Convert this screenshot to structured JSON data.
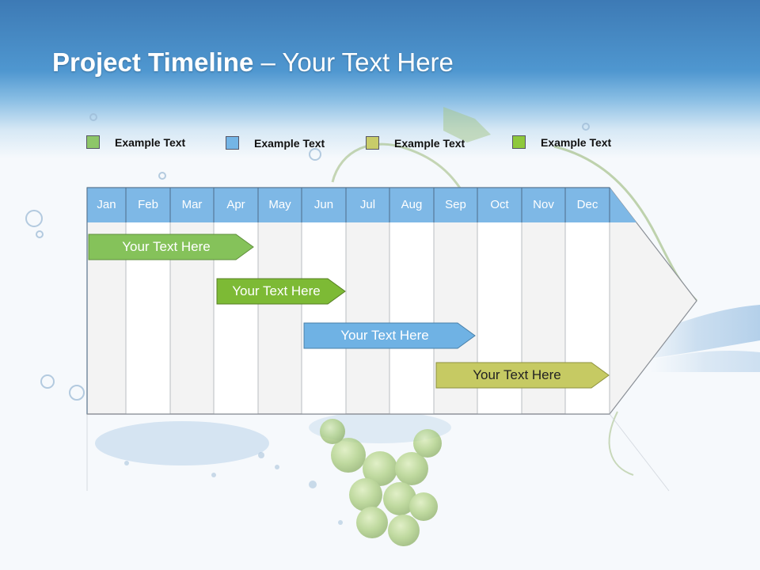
{
  "title": {
    "bold": "Project Timeline",
    "rest": " – Your Text Here"
  },
  "legend": [
    {
      "label": "Example Text",
      "color": "#8dc669"
    },
    {
      "label": "Example Text",
      "color": "#74b5e6"
    },
    {
      "label": "Example Text",
      "color": "#c8cc6a"
    },
    {
      "label": "Example Text",
      "color": "#8ec83c"
    }
  ],
  "months": [
    "Jan",
    "Feb",
    "Mar",
    "Apr",
    "May",
    "Jun",
    "Jul",
    "Aug",
    "Sep",
    "Oct",
    "Nov",
    "Dec"
  ],
  "tasks": [
    {
      "label": "Your  Text Here",
      "color": "#85c25a"
    },
    {
      "label": "Your  Text Here",
      "color": "#7dba35"
    },
    {
      "label": "Your  Text Here",
      "color": "#6fb2e4"
    },
    {
      "label": "Your  Text Here",
      "color": "#c6ca63"
    }
  ],
  "colors": {
    "header_blue": "#4f97d0",
    "month_header": "#7eb8e6",
    "shaded_column": "#f2f2f2"
  }
}
